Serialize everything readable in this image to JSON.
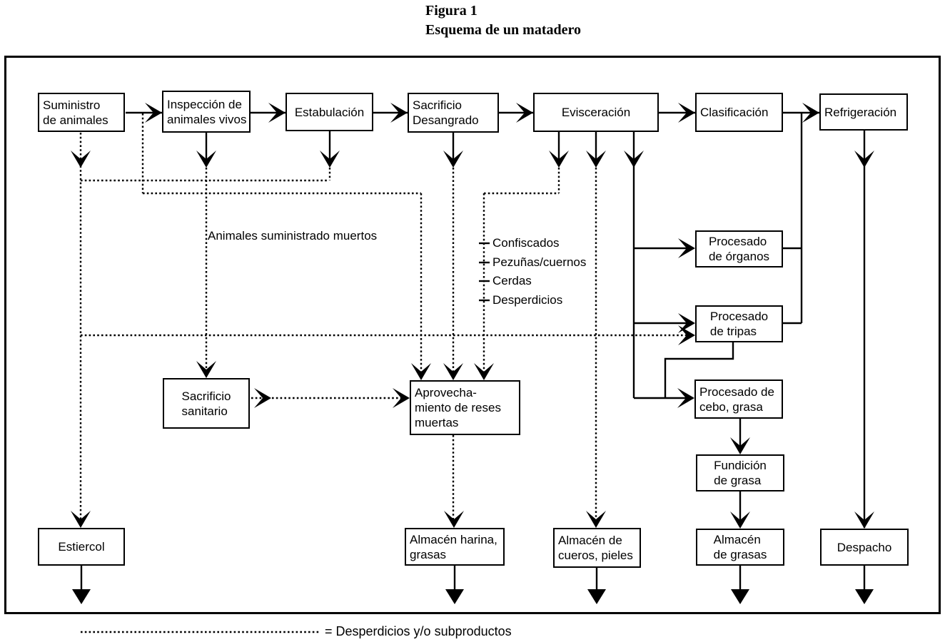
{
  "figure": {
    "title_line1": "Figura 1",
    "title_line2": "Esquema de un matadero"
  },
  "boxes": {
    "suministro": {
      "label": "Suministro\nde animales"
    },
    "inspeccion": {
      "label": "Inspección de\nanimales vivos"
    },
    "estabulacion": {
      "label": "Estabulación"
    },
    "sacrificio_desangrado": {
      "label": "Sacrificio\nDesangrado"
    },
    "evisceracion": {
      "label": "Evisceración"
    },
    "clasificacion": {
      "label": "Clasificación"
    },
    "refrigeracion": {
      "label": "Refrigeración"
    },
    "sacrificio_sanitario": {
      "label": "Sacrificio\nsanitario"
    },
    "aprovechamiento": {
      "label": "Aprovecha-\nmiento de reses\nmuertas"
    },
    "procesado_organos": {
      "label": "Procesado\nde órganos"
    },
    "procesado_tripas": {
      "label": "Procesado\nde tripas"
    },
    "procesado_cebo": {
      "label": "Procesado de\ncebo, grasa"
    },
    "fundicion_grasa": {
      "label": "Fundición\nde grasa"
    },
    "estiercol": {
      "label": "Estiercol"
    },
    "almacen_harina": {
      "label": "Almacén harina,\ngrasas"
    },
    "almacen_cueros": {
      "label": "Almacén de\ncueros, pieles"
    },
    "almacen_grasas": {
      "label": "Almacén\nde grasas"
    },
    "despacho": {
      "label": "Despacho"
    }
  },
  "annotations": {
    "dead_animals_label": "Animales suministrado muertos",
    "byproducts_list": [
      "Confiscados",
      "Pezuñas/cuernos",
      "Cerdas",
      "Desperdicios"
    ]
  },
  "legend": {
    "dotted_line_label": "= Desperdicios y/o subproductos"
  },
  "colors": {
    "line": "#000000",
    "background": "#ffffff"
  }
}
